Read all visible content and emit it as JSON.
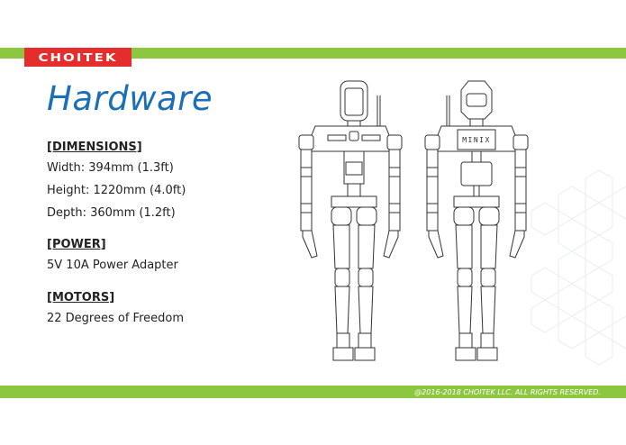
{
  "brand": {
    "logo_text": "CHOITEK"
  },
  "slide": {
    "title": "Hardware"
  },
  "specs": {
    "dimensions": {
      "heading": "[DIMENSIONS]",
      "lines": [
        "Width: 394mm (1.3ft)",
        "Height: 1220mm (4.0ft)",
        "Depth: 360mm (1.2ft)"
      ]
    },
    "power": {
      "heading": "[POWER]",
      "lines": [
        "5V 10A Power Adapter"
      ]
    },
    "motors": {
      "heading": "[MOTORS]",
      "lines": [
        "22 Degrees of Freedom"
      ]
    }
  },
  "robot_labels": {
    "back_panel": "MINIX"
  },
  "footer": {
    "copyright": "@2016-2018 CHOITEK LLC. ALL RIGHTS RESERVED."
  },
  "colors": {
    "accent_green": "#8dc63f",
    "logo_red": "#e52e2b",
    "title_blue": "#1a6fb7"
  }
}
